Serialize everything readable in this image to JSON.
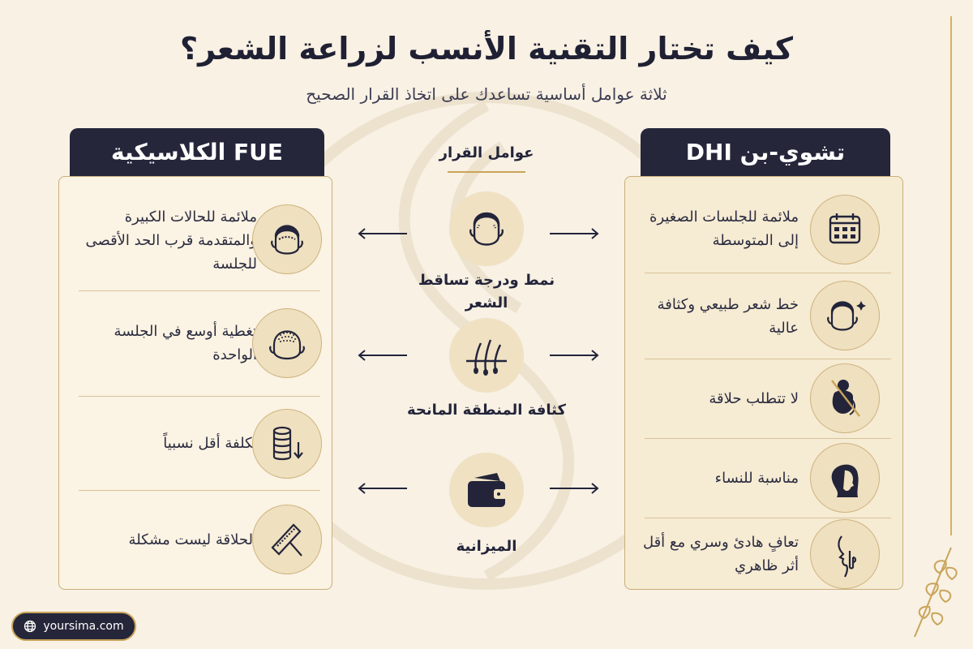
{
  "title": "كيف تختار التقنية الأنسب لزراعة الشعر؟",
  "subtitle": "ثلاثة عوامل أساسية تساعدك على اتخاذ القرار الصحيح",
  "left": {
    "header": "FUE الكلاسيكية",
    "items": [
      {
        "text": "ملائمة للحالات الكبيرة والمتقدمة قرب الحد الأقصى للجلسة",
        "icon": "head-hairline-icon"
      },
      {
        "text": "تغطية أوسع في الجلسة الواحدة",
        "icon": "head-grafts-icon"
      },
      {
        "text": "تكلفة أقل نسبياً",
        "icon": "coins-down-icon"
      },
      {
        "text": "الحلاقة ليست مشكلة",
        "icon": "razor-icon"
      }
    ]
  },
  "center": {
    "header": "عوامل القرار",
    "factors": [
      {
        "label": "نمط ودرجة تساقط الشعر",
        "icon": "head-icon"
      },
      {
        "label": "كثافة المنطقة المانحة",
        "icon": "hair-follicles-icon"
      },
      {
        "label": "الميزانية",
        "icon": "wallet-icon"
      }
    ]
  },
  "right": {
    "header": "تشوي-بن DHI",
    "items": [
      {
        "text": "ملائمة للجلسات الصغيرة إلى المتوسطة",
        "icon": "calendar-icon"
      },
      {
        "text": "خط شعر طبيعي وكثافة عالية",
        "icon": "natural-hairline-icon"
      },
      {
        "text": "لا تتطلب حلاقة",
        "icon": "no-shave-icon"
      },
      {
        "text": "مناسبة للنساء",
        "icon": "woman-icon"
      },
      {
        "text": "تعافٍ هادئ وسري مع أقل أثر ظاهري",
        "icon": "quiet-icon"
      }
    ]
  },
  "footer": {
    "url": "yoursima.com",
    "icon": "globe-icon"
  },
  "colors": {
    "background": "#f8f1e4",
    "dark": "#25263a",
    "gold": "#c9a45a",
    "panel": "#f6ebd3"
  }
}
